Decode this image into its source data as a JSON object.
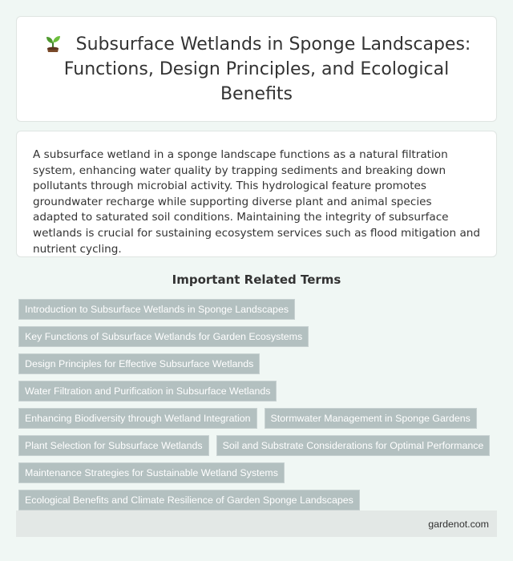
{
  "header": {
    "title": "Subsurface Wetlands in Sponge Landscapes: Functions, Design Principles, and Ecological Benefits",
    "icon": "sprout-icon"
  },
  "intro": {
    "text": "A subsurface wetland in a sponge landscape functions as a natural filtration system, enhancing water quality by trapping sediments and breaking down pollutants through microbial activity. This hydrological feature promotes groundwater recharge while supporting diverse plant and animal species adapted to saturated soil conditions. Maintaining the integrity of subsurface wetlands is crucial for sustaining ecosystem services such as flood mitigation and nutrient cycling."
  },
  "related": {
    "heading": "Important Related Terms",
    "terms": [
      "Introduction to Subsurface Wetlands in Sponge Landscapes",
      "Key Functions of Subsurface Wetlands for Garden Ecosystems",
      "Design Principles for Effective Subsurface Wetlands",
      "Water Filtration and Purification in Subsurface Wetlands",
      "Enhancing Biodiversity through Wetland Integration",
      "Stormwater Management in Sponge Gardens",
      "Plant Selection for Subsurface Wetlands",
      "Soil and Substrate Considerations for Optimal Performance",
      "Maintenance Strategies for Sustainable Wetland Systems",
      "Ecological Benefits and Climate Resilience of Garden Sponge Landscapes"
    ]
  },
  "footer": {
    "site": "gardenot.com"
  },
  "colors": {
    "background": "#f0f7f4",
    "tag_background": "#b3c0c0",
    "footer_background": "#e3e8e6"
  }
}
